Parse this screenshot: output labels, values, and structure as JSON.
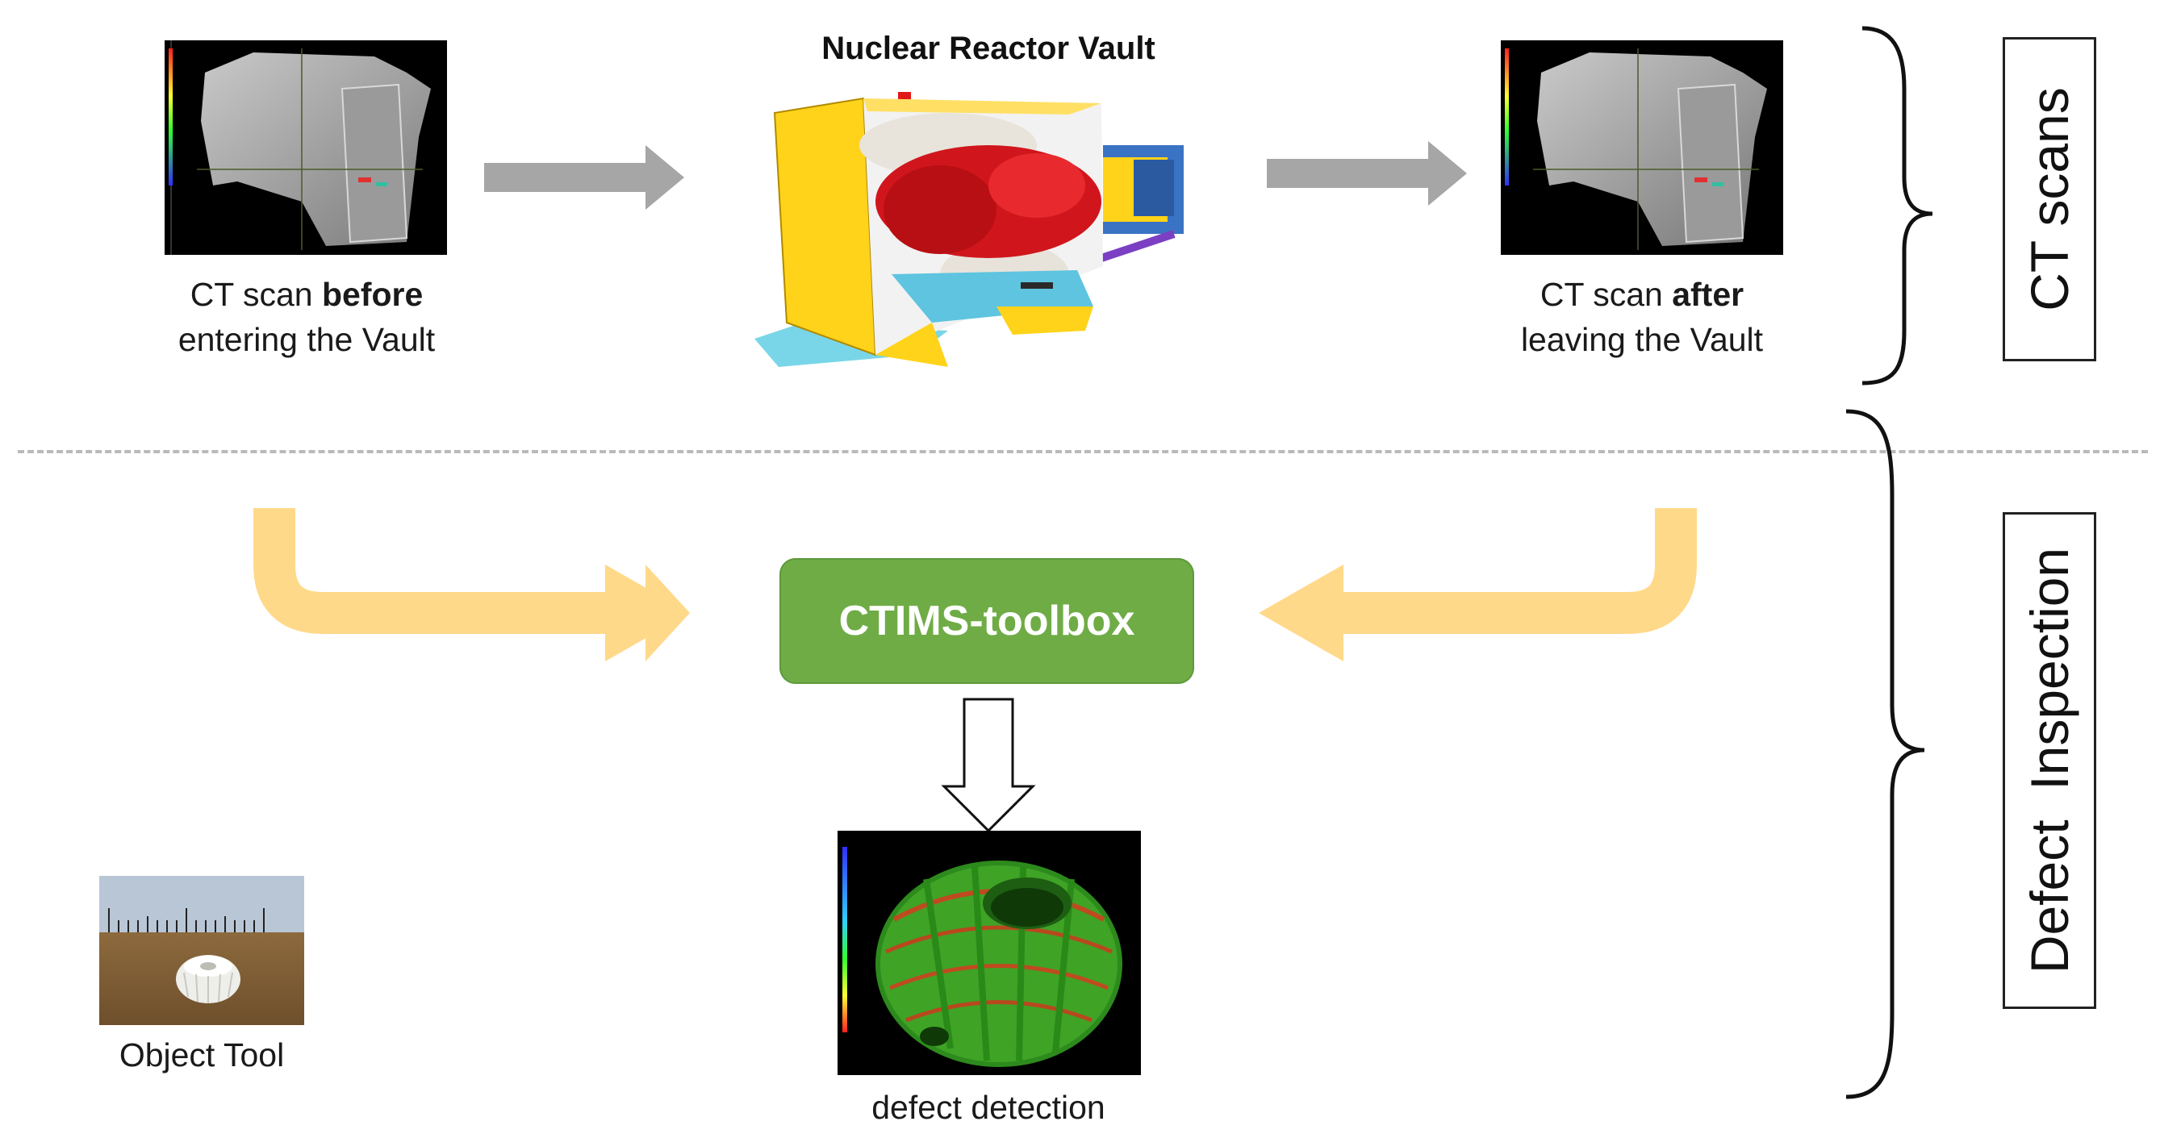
{
  "top_row": {
    "before": {
      "caption_line1_pre": "CT scan ",
      "caption_line1_bold": "before",
      "caption_line2": "entering the Vault"
    },
    "vault": {
      "title": "Nuclear Reactor Vault"
    },
    "after": {
      "caption_line1_pre": "CT scan ",
      "caption_line1_bold": "after",
      "caption_line2": "leaving the Vault"
    }
  },
  "process": {
    "toolbox_label": "CTIMS-toolbox",
    "output_caption": "defect detection"
  },
  "object": {
    "caption": "Object Tool"
  },
  "side_labels": {
    "top": "CT scans",
    "bottom": "Defect  Inspection"
  },
  "colors": {
    "gray_arrow": "#a6a6a6",
    "yellow_arrow": "#ffd98a",
    "toolbox_green": "#6fac46",
    "vault_yellow": "#ffd31a",
    "reactor_red": "#d0161c",
    "scan_background": "#000000"
  },
  "icons": {
    "gray_arrow": "right-arrow-icon",
    "yellow_arrows": "curved-arrow-icon",
    "outline_arrow": "down-arrow-icon",
    "brace": "curly-brace-icon"
  }
}
